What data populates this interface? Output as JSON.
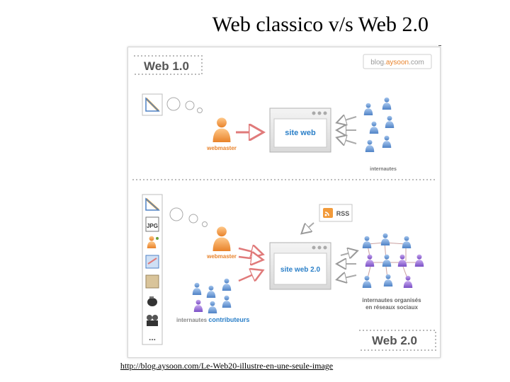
{
  "slide": {
    "title": "Web classico v/s Web 2.0",
    "source_url": "http://blog.aysoon.com/Le-Web20-illustre-en-une-seule-image"
  },
  "diagram": {
    "blog_brand_prefix": "blog.",
    "blog_brand_name": "aysoon",
    "blog_brand_suffix": ".com",
    "web1": {
      "heading_word": "Web",
      "heading_version": "1.0",
      "site_label": "site web",
      "webmaster_label": "webmaster",
      "users_label": "internautes"
    },
    "web2": {
      "heading_word": "Web",
      "heading_version": "2.0",
      "site_label_prefix": "site web",
      "site_label_version": "2.0",
      "webmaster_label": "webmaster",
      "rss_label": "RSS",
      "contributors_label_prefix": "internautes",
      "contributors_label_word": "contributeurs",
      "network_label_line1": "internautes organisés",
      "network_label_line2": "en réseaux sociaux",
      "jpg_label": "JPG",
      "more_label": "..."
    },
    "colors": {
      "orange": "#f29a3a",
      "blue": "#6f9fd8",
      "purple": "#9b6fd0",
      "web2_text": "#2a7fc8",
      "gray_text": "#555555"
    }
  }
}
